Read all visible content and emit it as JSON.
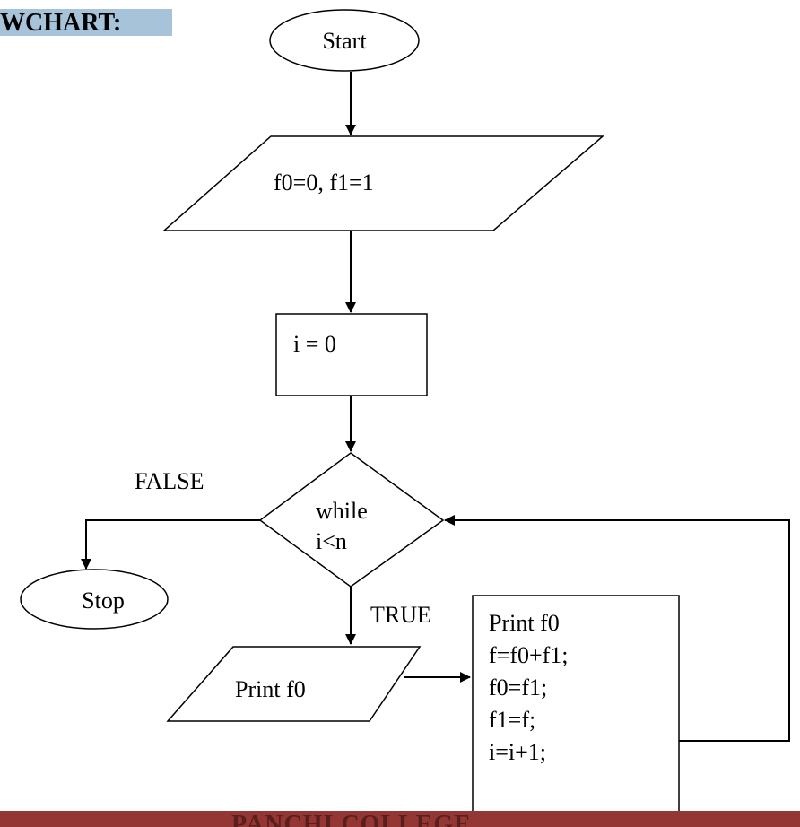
{
  "heading": "WCHART:",
  "flowchart": {
    "start": "Start",
    "init": "f0=0, f1=1",
    "counter": "i = 0",
    "decision": [
      "while",
      "i<n"
    ],
    "false_label": "FALSE",
    "true_label": "TRUE",
    "stop": "Stop",
    "print": "Print f0",
    "loop_body": [
      "Print f0",
      "f=f0+f1;",
      "f0=f1;",
      "f1=f;",
      "i=i+1;"
    ]
  },
  "footer": "PANCHI COLLEGE",
  "colors": {
    "heading_bg": "#a7c3d9",
    "footer_band": "#943634"
  }
}
